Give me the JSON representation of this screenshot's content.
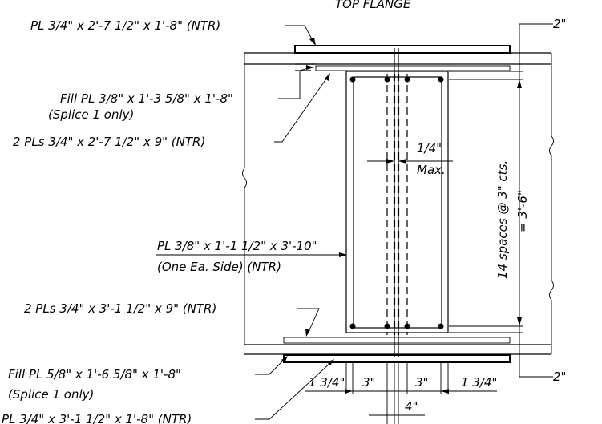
{
  "title": "TOP FLANGE",
  "labels": {
    "top_flange_plate": "PL 3/4\" x 2'-7 1/2\" x 1'-8\" (NTR)",
    "top_fill_line1": "Fill PL 3/8\" x 1'-3 5/8\" x 1'-8\"",
    "top_fill_line2": "(Splice 1 only)",
    "top_inner_plates": "2 PLs 3/4\" x 2'-7 1/2\" x 9\" (NTR)",
    "web_plate_line1": "PL 3/8\" x 1'-1 1/2\" x 3'-10\"",
    "web_plate_line2": "(One Ea. Side) (NTR)",
    "bot_inner_plates": "2 PLs 3/4\" x 3'-1 1/2\" x 9\" (NTR)",
    "bot_fill_line1": "Fill PL 5/8\" x 1'-6 5/8\" x 1'-8\"",
    "bot_fill_line2": "(Splice 1 only)",
    "bot_flange_plate": "PL 3/4\" x 3'-1 1/2\" x 1'-8\" (NTR)",
    "gap_value": "1/4\"",
    "gap_max": "Max.",
    "spacing_line1": "14 spaces @ 3\" cts.",
    "spacing_line2": "= 3'-6\"",
    "dim_top_right": "2\"",
    "dim_bottom_right": "2\"",
    "dim_edge_left": "1 3/4\"",
    "dim_3_left": "3\"",
    "dim_3_right": "3\"",
    "dim_edge_right": "1 3/4\"",
    "dim_4": "4\""
  }
}
